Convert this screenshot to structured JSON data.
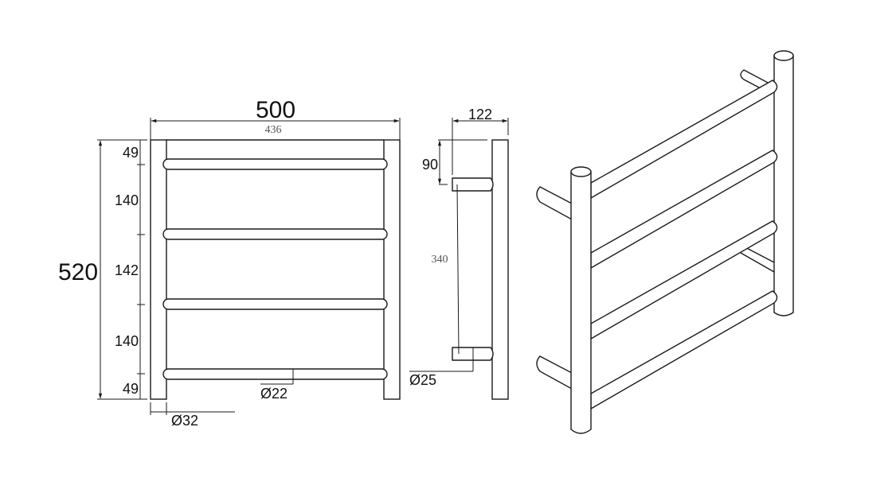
{
  "drawing": {
    "front_view": {
      "overall_width": "500",
      "inner_width": "436",
      "overall_height": "520",
      "spacings": [
        "49",
        "140",
        "142",
        "140",
        "49"
      ],
      "rail_diameter": "Ø22",
      "post_diameter": "Ø32"
    },
    "side_view": {
      "depth": "122",
      "top_offset": "90",
      "bracket_span": "340",
      "bracket_diameter": "Ø25"
    },
    "isometric_view": {
      "rails": 4,
      "posts": 2,
      "wall_brackets": 4
    }
  }
}
